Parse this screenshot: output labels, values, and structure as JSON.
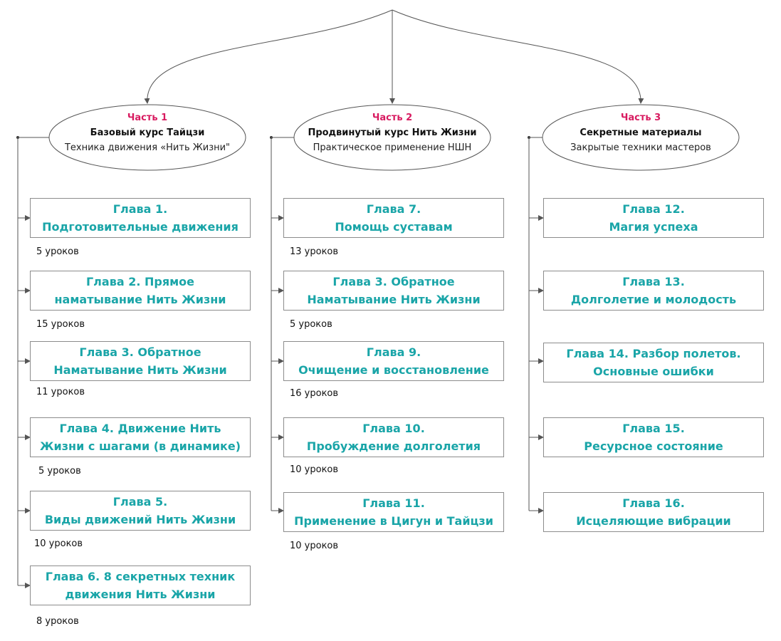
{
  "colors": {
    "part_label": "#d81b60",
    "chapter_text": "#1aa5a8",
    "line": "#555555"
  },
  "parts": [
    {
      "label": "Часть 1",
      "title": "Базовый курс Тайцзи",
      "subtitle": "Техника движения «Нить Жизни\"",
      "chapters": [
        {
          "title": "Глава 1.\nПодготовительные движения",
          "lessons": "5 уроков"
        },
        {
          "title": "Глава 2. Прямое\nнаматывание Нить Жизни",
          "lessons": "15 уроков"
        },
        {
          "title": "Глава 3. Обратное\nНаматывание Нить Жизни",
          "lessons": "11 уроков"
        },
        {
          "title": "Глава 4.  Движение Нить\nЖизни с шагами (в динамике)",
          "lessons": "5 уроков"
        },
        {
          "title": "Глава 5.\nВиды движений Нить Жизни",
          "lessons": "10 уроков"
        },
        {
          "title": "Глава 6. 8 секретных техник\nдвижения Нить Жизни",
          "lessons": "8 уроков"
        }
      ]
    },
    {
      "label": "Часть 2",
      "title": "Продвинутый курс Нить Жизни",
      "subtitle": "Практическое применение НШН",
      "chapters": [
        {
          "title": "Глава 7.\nПомощь суставам",
          "lessons": "13 уроков"
        },
        {
          "title": "Глава 3. Обратное\nНаматывание Нить Жизни",
          "lessons": "5 уроков"
        },
        {
          "title": "Глава 9.\nОчищение и восстановление",
          "lessons": "16 уроков"
        },
        {
          "title": "Глава 10.\nПробуждение долголетия",
          "lessons": "10 уроков"
        },
        {
          "title": "Глава 11.\nПрименение в Цигун и Тайцзи",
          "lessons": "10 уроков"
        }
      ]
    },
    {
      "label": "Часть 3",
      "title": "Секретные материалы",
      "subtitle": "Закрытые техники мастеров",
      "chapters": [
        {
          "title": "Глава 12.\nМагия успеха"
        },
        {
          "title": "Глава 13.\nДолголетие и молодость"
        },
        {
          "title": "Глава 14. Разбор полетов.\nОсновные ошибки"
        },
        {
          "title": "Глава 15.\nРесурсное состояние"
        },
        {
          "title": "Глава 16.\nИсцеляющие вибрации"
        }
      ]
    }
  ]
}
